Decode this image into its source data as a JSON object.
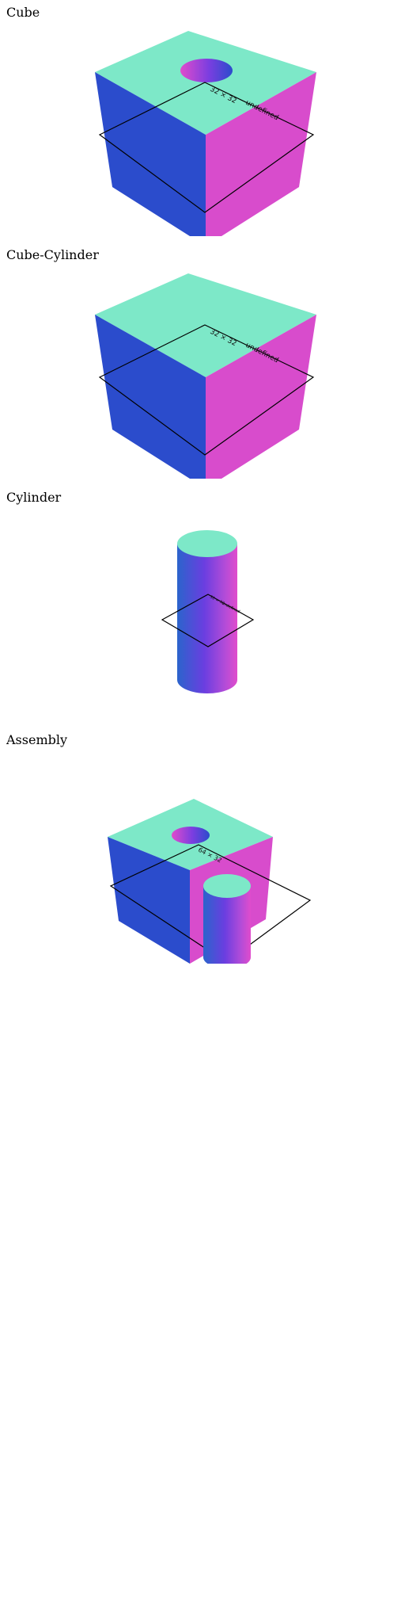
{
  "sections": [
    {
      "title": "Cube",
      "dim": "32 × 32",
      "unit": "undefined"
    },
    {
      "title": "Cube-Cylinder",
      "dim": "32 × 32",
      "unit": "undefined"
    },
    {
      "title": "Cylinder",
      "dim": "32 × 32",
      "unit": "undefined"
    },
    {
      "title": "Assembly",
      "dim": "64 × 32",
      "unit": ""
    }
  ],
  "colors": {
    "top": "#7de8c8",
    "left": "#2b4ccc",
    "right": "#d84ccc",
    "outline": "#000000"
  },
  "icons": [
    "cube-icon",
    "cylinder-icon"
  ]
}
